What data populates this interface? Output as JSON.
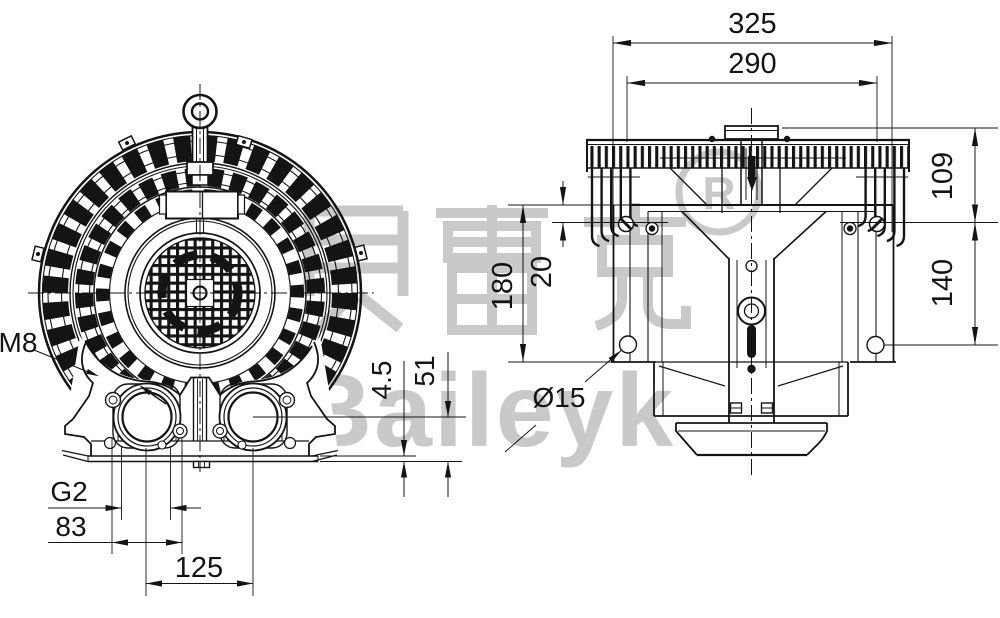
{
  "drawing": {
    "type": "technical-engineering-drawing",
    "views": [
      "front-view-of-ring-blower",
      "side-view-of-ring-blower"
    ],
    "colors": {
      "line": "#141414",
      "watermark": "#c9c9c9",
      "background": "#ffffff"
    }
  },
  "labels": {
    "dim_325": "325",
    "dim_290": "290",
    "dim_109": "109",
    "dim_140": "140",
    "dim_180": "180",
    "dim_20": "20",
    "dim_phi15": "Ø15",
    "dim_m8": "M8",
    "dim_g2": "G2",
    "dim_83": "83",
    "dim_125": "125",
    "dim_45": "4.5",
    "dim_51": "51"
  },
  "watermark": {
    "cjk": "贝雷克",
    "latin": "Baileyk",
    "registered_letter": "R"
  }
}
